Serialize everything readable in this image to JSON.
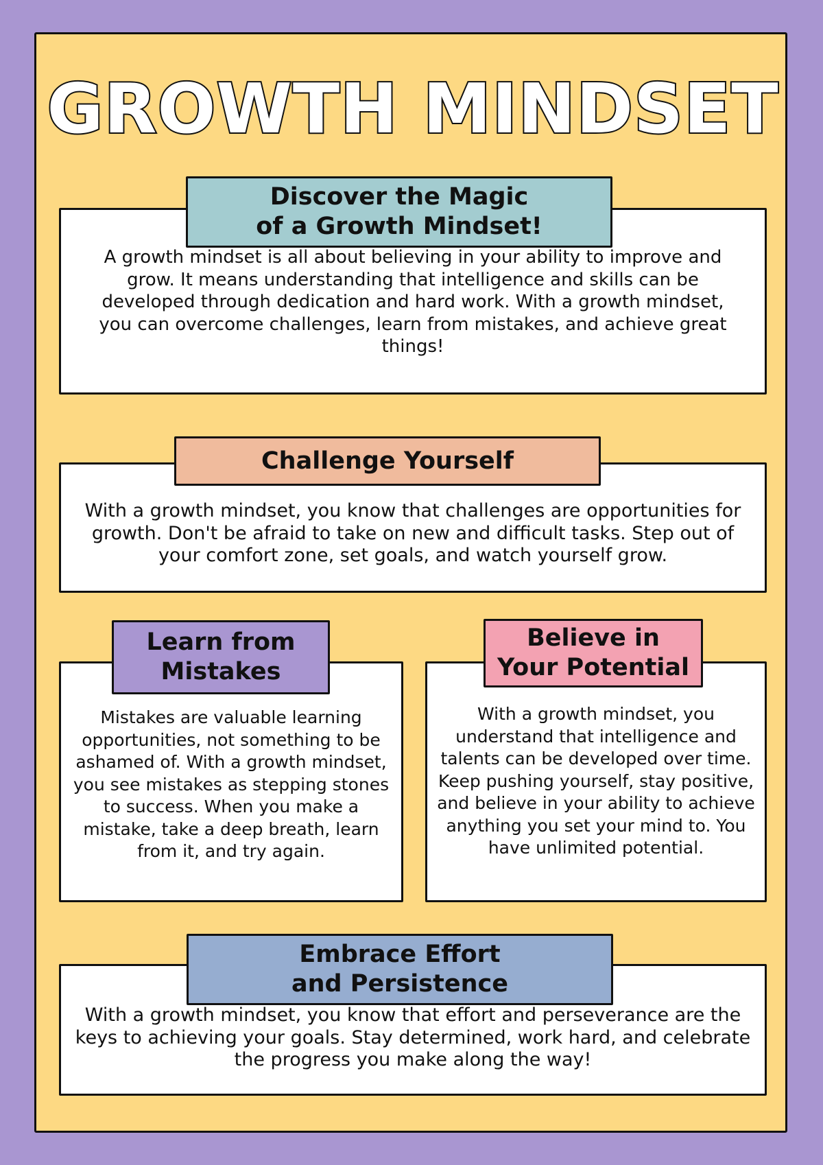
{
  "poster": {
    "title": "GROWTH MINDSET",
    "colors": {
      "background": "#A996D1",
      "poster": "#FDD983",
      "teal_tab": "#A3CCD0",
      "peach_tab": "#F0BB9D",
      "purple_tab": "#A996D1",
      "pink_tab": "#F3A2B2",
      "blue_tab": "#96ADD0"
    }
  },
  "sections": {
    "discover": {
      "heading": "Discover the Magic\nof a Growth Mindset!",
      "body": "A growth mindset is all about believing in your ability to improve and grow. It means understanding that intelligence and skills can be developed through dedication and hard work. With a growth mindset, you can overcome challenges, learn from mistakes, and achieve great things!"
    },
    "challenge": {
      "heading": "Challenge Yourself",
      "body": "With a growth mindset, you know that challenges are opportunities for growth. Don't be afraid to take on new and difficult tasks. Step out of your comfort zone, set goals, and watch yourself grow."
    },
    "mistakes": {
      "heading": "Learn from\nMistakes",
      "body": "Mistakes are valuable learning opportunities, not something to be ashamed of. With a growth mindset, you see mistakes as stepping stones to success. When you make a mistake, take a deep breath, learn from it, and try again."
    },
    "potential": {
      "heading": "Believe in\nYour Potential",
      "body": "With a growth mindset, you understand that intelligence and talents can be developed over time. Keep pushing yourself, stay positive, and believe in your ability to achieve anything you set your mind to. You have unlimited potential."
    },
    "effort": {
      "heading": "Embrace Effort\nand Persistence",
      "body": "With a growth mindset, you know that effort and perseverance are the keys to achieving your goals. Stay determined, work hard, and celebrate the progress you make along the way!"
    }
  }
}
